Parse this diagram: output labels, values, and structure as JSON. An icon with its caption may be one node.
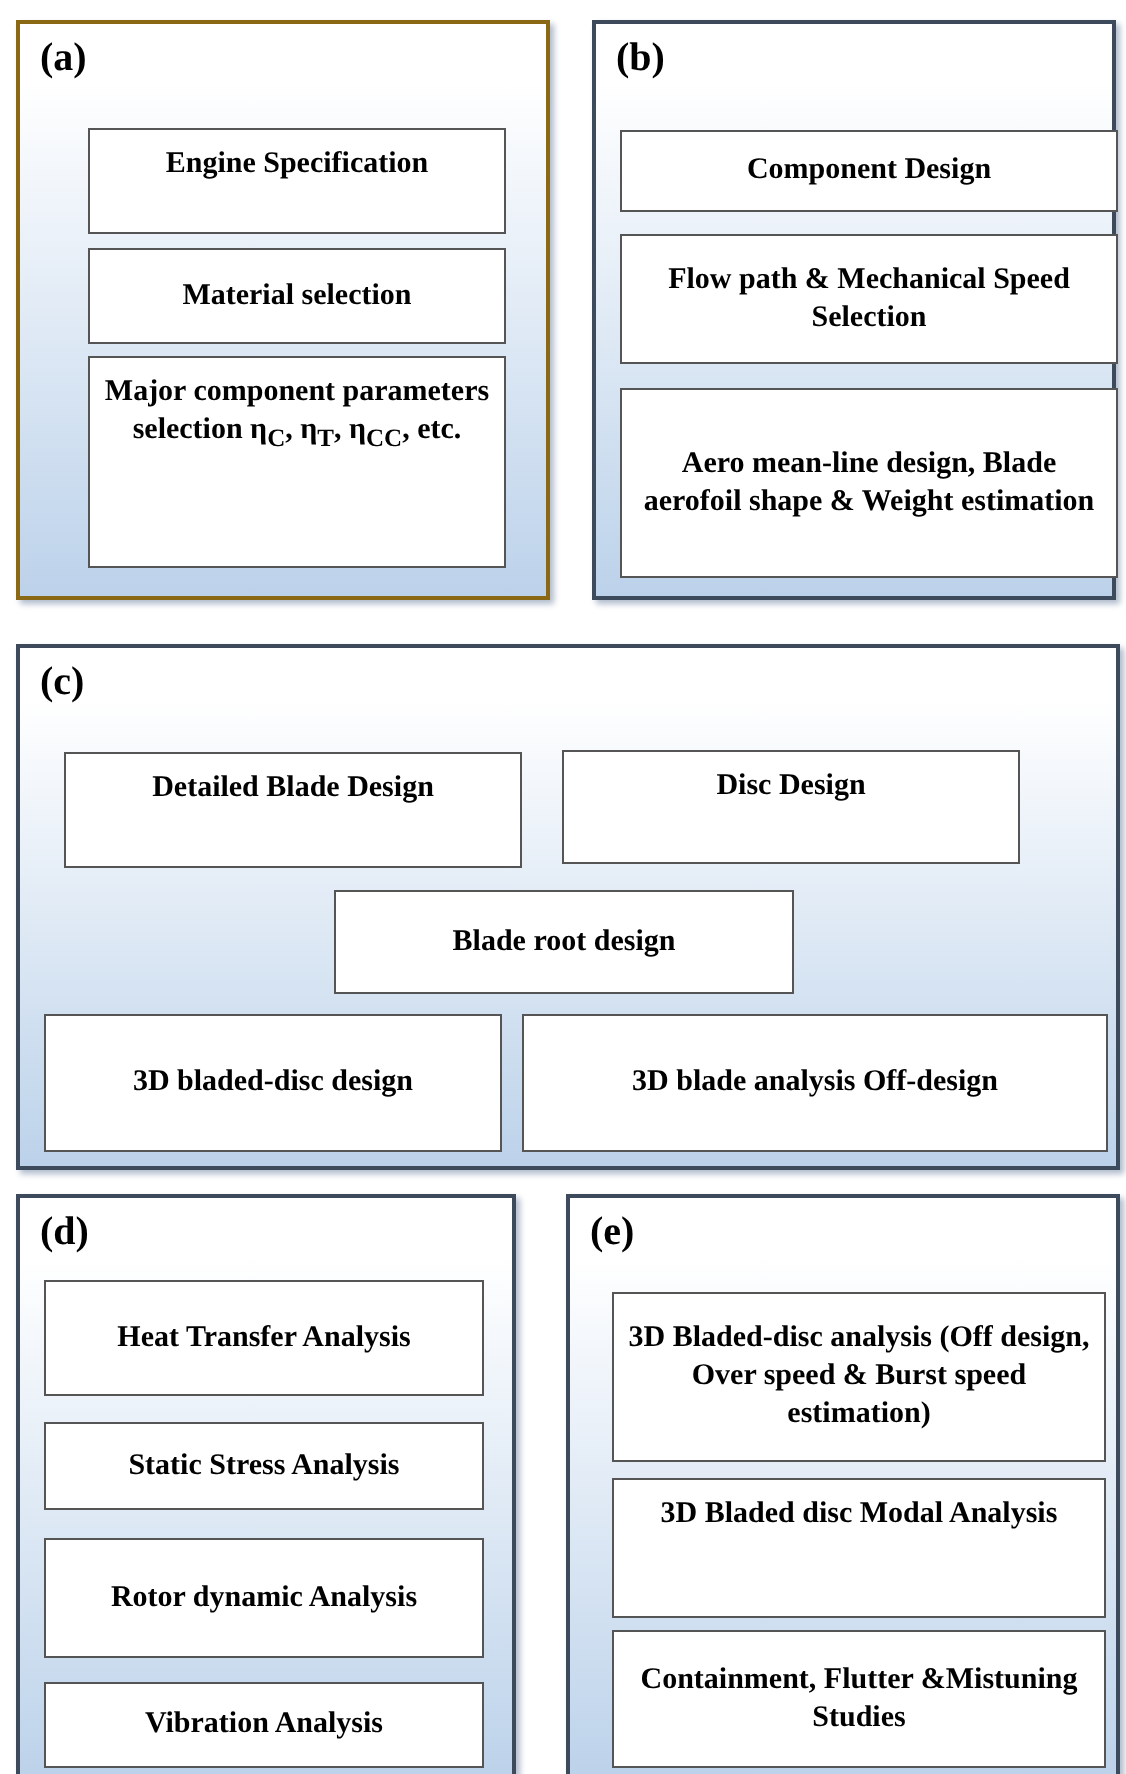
{
  "diagram": {
    "nodes": [
      {
        "text": [
          "(a)"
        ]
      },
      {
        "text": [
          "Engine Specification"
        ],
        "in": 0
      },
      {
        "text": [
          "Material selection"
        ],
        "in": 0
      },
      {
        "text": [
          "Major component parameters selection η$_{C}$, η$_{T}$, η$_{CC}$, etc."
        ],
        "in": 0
      },
      {
        "text": [
          "(b)"
        ]
      },
      {
        "text": [
          "Component Design"
        ],
        "in": 4
      },
      {
        "text": [
          "Flow path & Mechanical Speed Selection"
        ],
        "in": 4
      },
      {
        "text": [
          "Aero mean-line design, Blade aerofoil shape & Weight estimation"
        ],
        "in": 4
      },
      {
        "text": [
          "(c)"
        ]
      },
      {
        "text": [
          "Detailed Blade Design"
        ],
        "in": 8
      },
      {
        "text": [
          "Disc Design"
        ],
        "in": 8
      },
      {
        "text": [
          "Blade root design"
        ],
        "in": 8
      },
      {
        "text": [
          "3D bladed-disc design"
        ],
        "in": 8
      },
      {
        "text": [
          "3D blade analysis Off-design"
        ],
        "in": 8
      },
      {
        "text": [
          "(d)"
        ]
      },
      {
        "text": [
          "Heat Transfer Analysis"
        ],
        "in": 14
      },
      {
        "text": [
          "Static Stress Analysis"
        ],
        "in": 14
      },
      {
        "text": [
          "Rotor dynamic Analysis"
        ],
        "in": 14
      },
      {
        "text": [
          "Vibration Analysis"
        ],
        "in": 14
      },
      {
        "text": [
          "(e)"
        ]
      },
      {
        "text": [
          "3D Bladed-disc analysis (Off design, Over speed & Burst speed estimation)"
        ],
        "in": 19
      },
      {
        "text": [
          "3D Bladed disc Modal Analysis"
        ],
        "in": 19
      },
      {
        "text": [
          "Containment, Flutter &Mistuning Studies"
        ],
        "in": 19
      }
    ]
  }
}
